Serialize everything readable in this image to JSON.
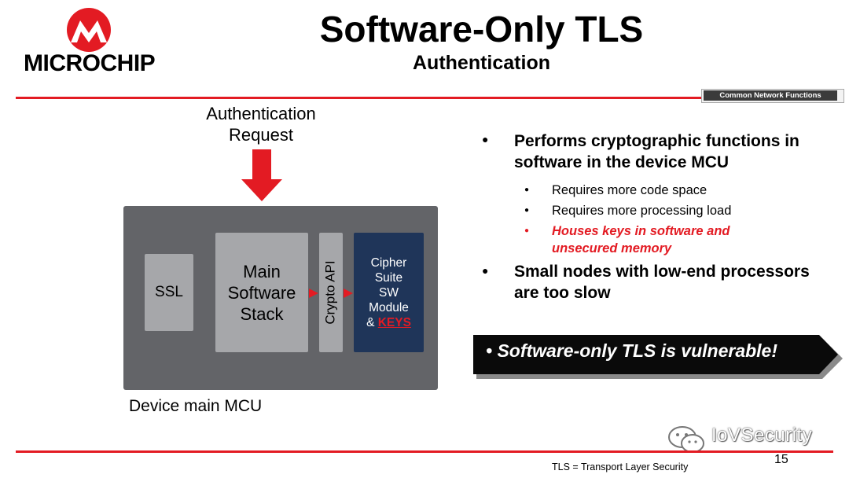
{
  "header": {
    "brand": "MICROCHIP",
    "title": "Software-Only TLS",
    "subtitle": "Authentication",
    "tag": "Common Network Functions"
  },
  "diagram": {
    "request_line1": "Authentication",
    "request_line2": "Request",
    "ssl": "SSL",
    "stack_lines": [
      "Main",
      "Software",
      "Stack"
    ],
    "crypto_api": "Crypto API",
    "cipher_lines": [
      "Cipher",
      "Suite",
      "SW",
      "Module"
    ],
    "cipher_amp": "& ",
    "cipher_keys": "KEYS",
    "mcu_label": "Device main MCU"
  },
  "bullets": {
    "main1": "Performs cryptographic functions in software in the device MCU",
    "sub1": "Requires more code space",
    "sub2": "Requires more processing load",
    "sub3": "Houses keys in software and unsecured memory",
    "main2": "Small nodes with low-end processors are too slow"
  },
  "banner": {
    "text": "•   Software-only TLS is vulnerable!"
  },
  "watermark": {
    "text": "IoVSecurity",
    "icon": "wechat-icon"
  },
  "footer": {
    "page_number": "15",
    "footnote": "TLS = Transport Layer Security"
  },
  "colors": {
    "accent_red": "#e31b23",
    "mcu_gray": "#636468",
    "block_gray": "#a6a7aa",
    "cipher_navy": "#1f3559",
    "banner_black": "#0a0a0a"
  }
}
